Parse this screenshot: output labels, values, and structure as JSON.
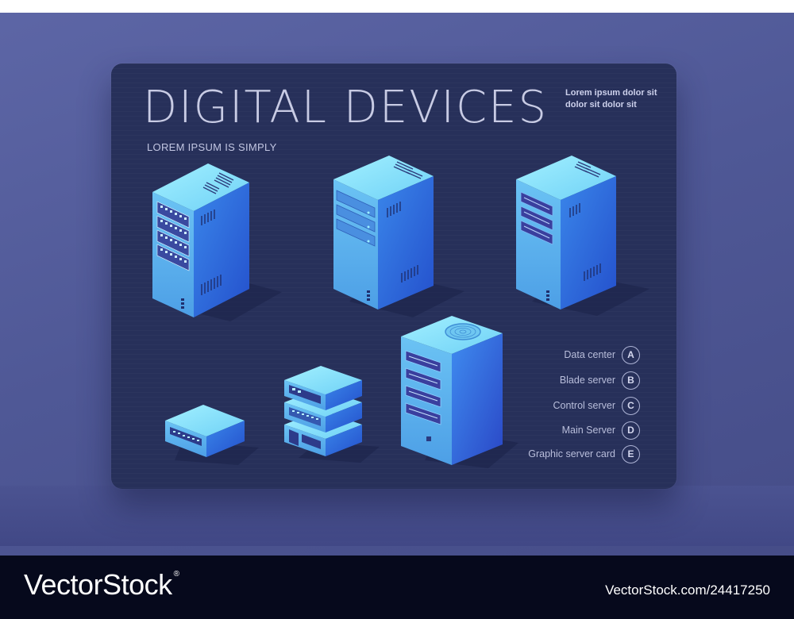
{
  "card": {
    "title": "DIGITAL DEVICES",
    "subtitle": "LOREM IPSUM IS SIMPLY",
    "side_note": "Lorem ipsum dolor sit dolor sit  dolor sit"
  },
  "legend": [
    {
      "label": "Data center",
      "badge": "A"
    },
    {
      "label": "Blade server",
      "badge": "B"
    },
    {
      "label": "Control server",
      "badge": "C"
    },
    {
      "label": "Main Server",
      "badge": "D"
    },
    {
      "label": "Graphic server card",
      "badge": "E"
    }
  ],
  "footer": {
    "brand": "VectorStock",
    "image_id": "VectorStock.com/24417250"
  },
  "colors": {
    "background": "#5a63a3",
    "card": "#27305a",
    "device_top": "#8ee6fa",
    "device_left": "#5eb6ee",
    "device_right": "#2b62d8",
    "footer": "#06091c"
  }
}
